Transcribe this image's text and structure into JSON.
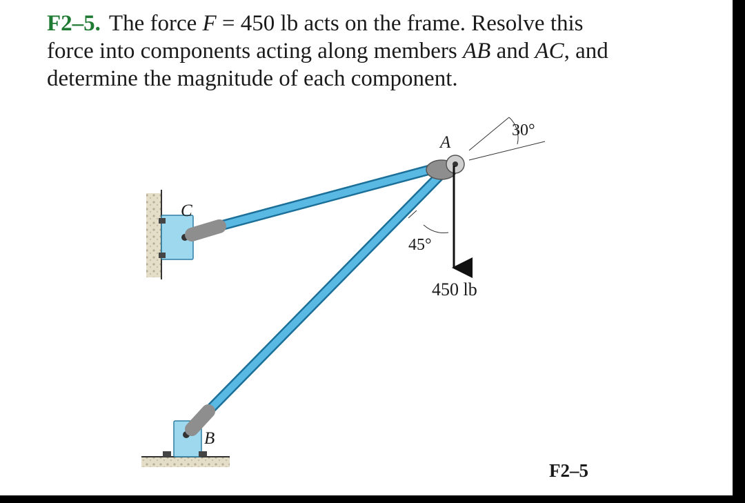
{
  "problem": {
    "number": "F2–5.",
    "text_1": "The force",
    "var_F": "F",
    "text_2": "= 450 lb acts on the frame. Resolve this force into components acting along members",
    "var_AB": "AB",
    "text_3": "and",
    "var_AC": "AC",
    "text_4": ", and determine the magnitude of each component."
  },
  "figure": {
    "label_A": "A",
    "label_B": "B",
    "label_C": "C",
    "angle_top": "30°",
    "angle_mid": "45°",
    "force_label": "450 lb",
    "caption": "F2–5"
  },
  "colors": {
    "member": "#59b9e3",
    "member_edge": "#1b6f98",
    "bracket": "#9ed8ef"
  }
}
